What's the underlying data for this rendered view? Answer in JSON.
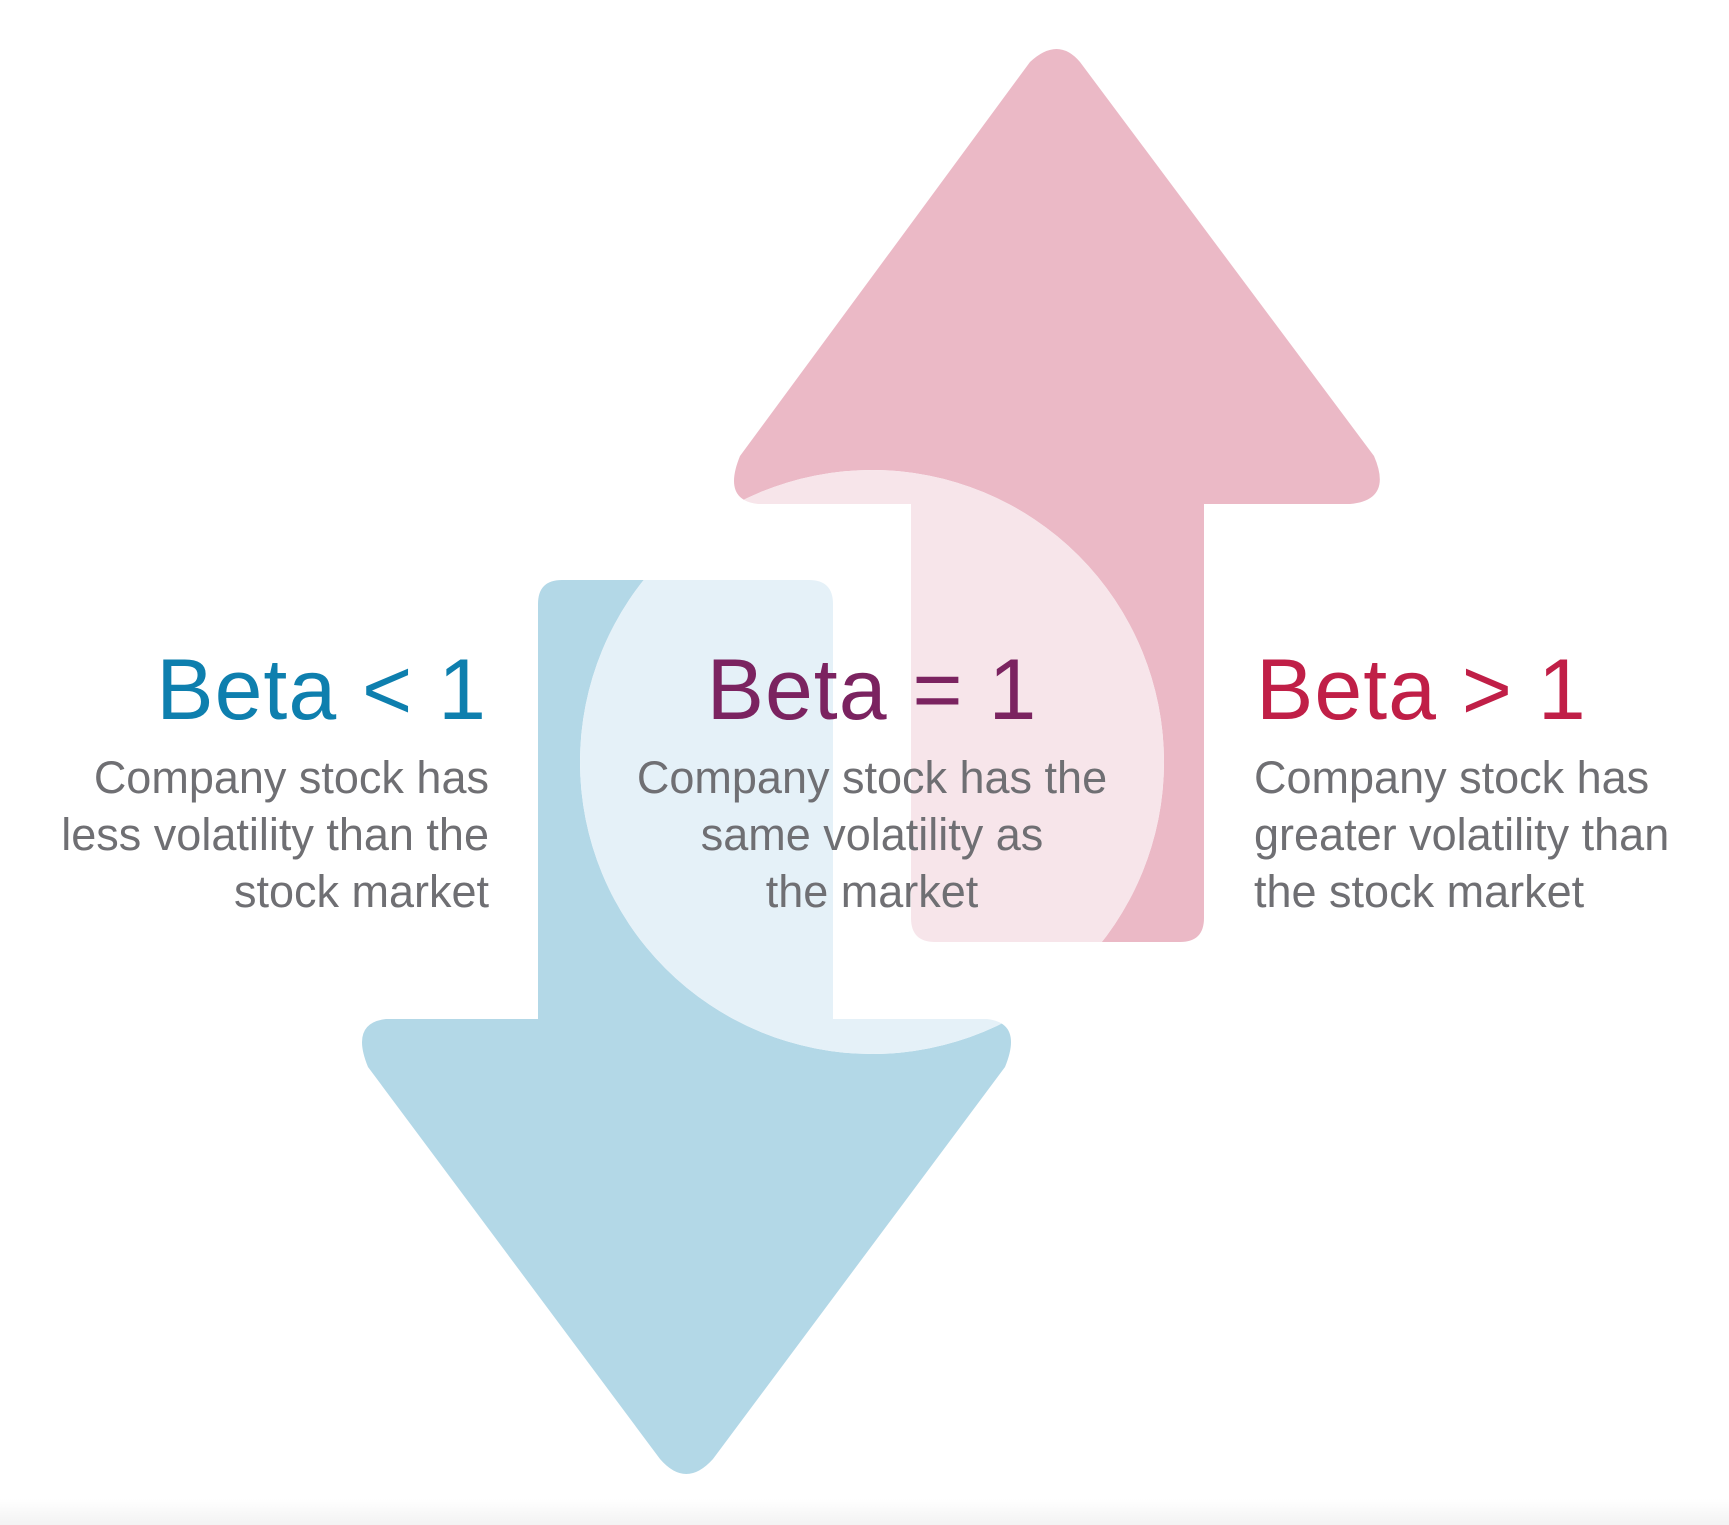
{
  "colors": {
    "down_arrow": "#b3d8e7",
    "up_arrow": "#ebb9c6",
    "overlap_light_blue": "#e5f1f8",
    "overlap_light_pink": "#f7e5ea",
    "beta_less": "#0e7fae",
    "beta_equal": "#7b2360",
    "beta_greater": "#c01f47",
    "description_text": "#6f6f73"
  },
  "sections": [
    {
      "title": "Beta < 1",
      "description": [
        "Company stock has",
        "less volatility than the",
        "stock market"
      ]
    },
    {
      "title": "Beta = 1",
      "description": [
        "Company stock has the",
        "same volatility as",
        "the market"
      ]
    },
    {
      "title": "Beta > 1",
      "description": [
        "Company stock has",
        "greater volatility than",
        "the stock market"
      ]
    }
  ]
}
